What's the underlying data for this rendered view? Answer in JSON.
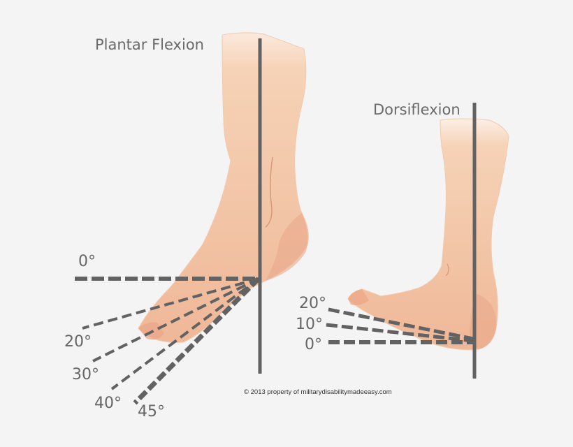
{
  "diagram": {
    "left_panel": {
      "title": "Plantar Flexion",
      "angles": [
        "0°",
        "20°",
        "30°",
        "40°",
        "45°"
      ]
    },
    "right_panel": {
      "title": "Dorsiflexion",
      "angles": [
        "20°",
        "10°",
        "0°"
      ]
    },
    "copyright": "© 2013 property of militarydisabilitymadeeasy.com",
    "colors": {
      "background": "#f4f4f4",
      "line": "#626262",
      "skin_light": "#f6cfb0",
      "skin_dark": "#e9a88a",
      "text": "#6a6a6a"
    }
  }
}
